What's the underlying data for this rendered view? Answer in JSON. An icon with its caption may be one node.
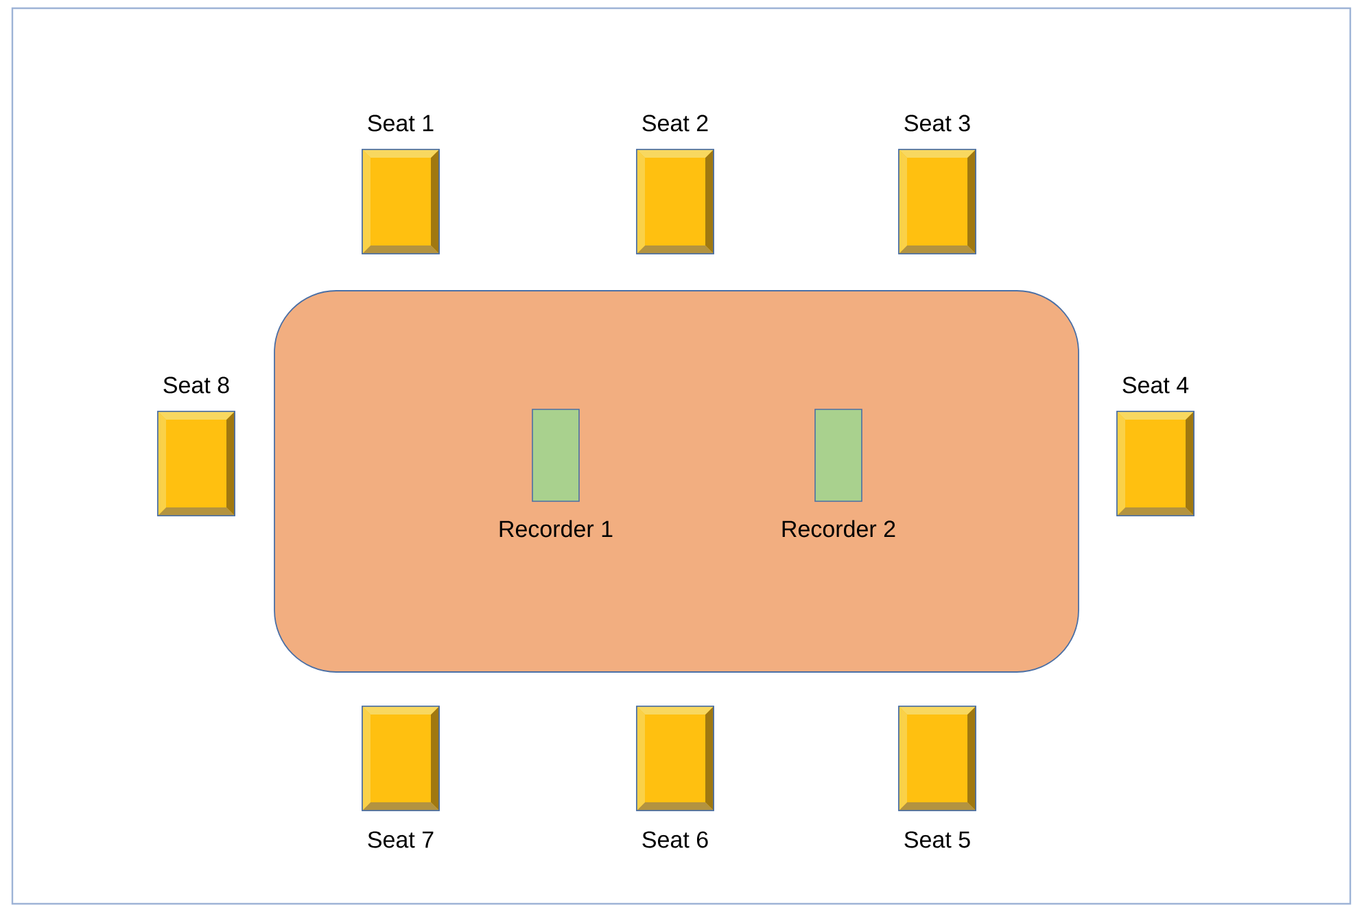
{
  "diagram": {
    "nodes": [
      {
        "text": [
          "Seat 1"
        ]
      },
      {
        "text": [
          "Seat 2"
        ]
      },
      {
        "text": [
          "Seat 3"
        ]
      },
      {
        "text": [
          "Seat 8"
        ]
      },
      {
        "text": [],
        "shape": "box"
      },
      {
        "text": [
          "Recorder 1"
        ],
        "in": 4
      },
      {
        "text": [
          "Recorder 2"
        ],
        "in": 4
      },
      {
        "text": [
          "Seat 4"
        ]
      },
      {
        "text": [
          "Seat 7"
        ]
      },
      {
        "text": [
          "Seat 6"
        ]
      },
      {
        "text": [
          "Seat 5"
        ]
      }
    ]
  }
}
